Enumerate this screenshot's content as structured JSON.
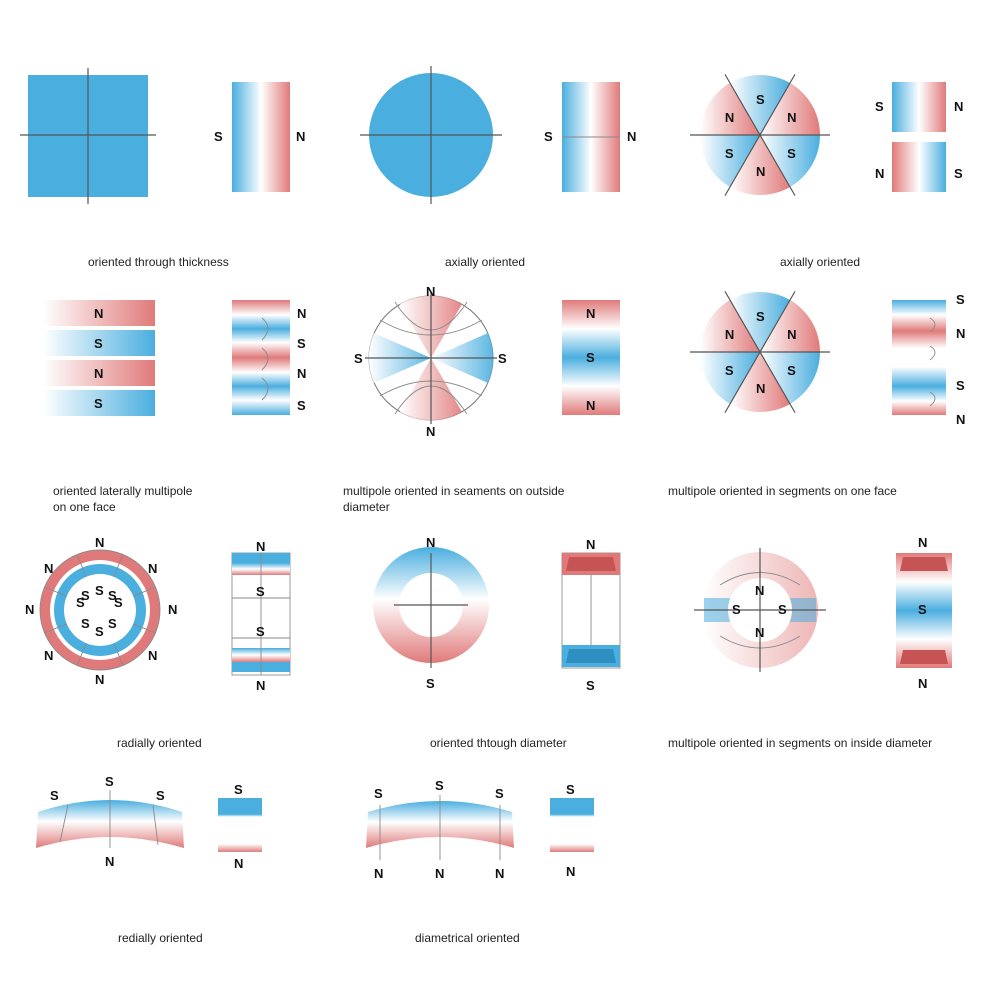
{
  "poles": {
    "north": "N",
    "south": "S"
  },
  "captions": {
    "c1": "oriented through thickness",
    "c2": "axially oriented",
    "c3": "axially oriented",
    "c4_line1": "oriented laterally multipole",
    "c4_line2": "on one face",
    "c5_line1": "multipole oriented in seaments on outside",
    "c5_line2": "diameter",
    "c6": "multipole oriented in segments on one face",
    "c7": "radially oriented",
    "c8": "oriented thtough diameter",
    "c9": "multipole oriented in segments on inside diameter",
    "c10": "redially oriented",
    "c11": "diametrical oriented"
  },
  "colors": {
    "blue": "#4aaedf",
    "red": "#e07a7a",
    "white": "#ffffff",
    "line": "#555555"
  }
}
